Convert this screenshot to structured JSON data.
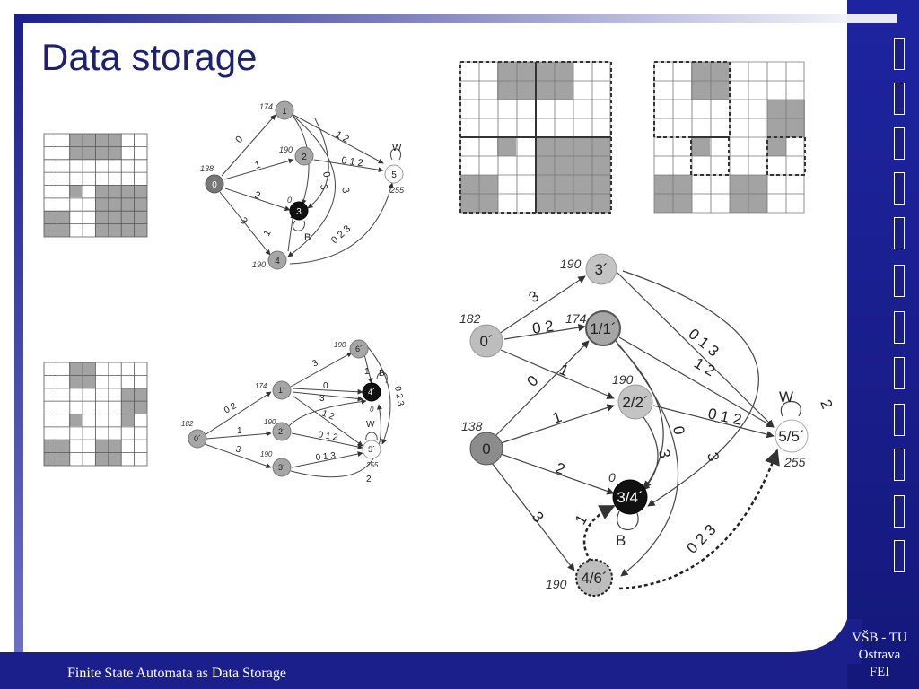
{
  "slide": {
    "title": "Data storage",
    "footer": "Finite State Automata as Data Storage",
    "institution": [
      "VŠB - TU",
      "Ostrava",
      "FEI"
    ]
  },
  "colors": {
    "accent": "#1a1f8c",
    "title": "#1c2170",
    "cell_gray": "#a3a3a3",
    "node_gray": "#a6a6a6",
    "node_black": "#111111"
  },
  "diagram1": {
    "nodes": [
      {
        "id": "0",
        "weight": "138"
      },
      {
        "id": "1",
        "weight": "174"
      },
      {
        "id": "2",
        "weight": "190"
      },
      {
        "id": "3",
        "weight": "0"
      },
      {
        "id": "4",
        "weight": "190"
      },
      {
        "id": "5",
        "weight": "255"
      }
    ],
    "edge_labels": [
      "0",
      "1",
      "2",
      "3",
      "1 2",
      "0 1 2",
      "0",
      "3",
      "3",
      "1",
      "0 2 3"
    ],
    "loop_labels": [
      "W",
      "B"
    ]
  },
  "diagram2": {
    "nodes": [
      {
        "id": "0´",
        "weight": "182"
      },
      {
        "id": "1´",
        "weight": "174"
      },
      {
        "id": "2´",
        "weight": "190"
      },
      {
        "id": "3´",
        "weight": "190"
      },
      {
        "id": "4´",
        "weight": "0"
      },
      {
        "id": "5´",
        "weight": "255"
      },
      {
        "id": "6´",
        "weight": "190"
      }
    ],
    "edge_labels": [
      "3",
      "0 2",
      "1",
      "3",
      "0",
      "3",
      "1 2",
      "0 1 2",
      "0 1 3",
      "1",
      "0 2 3",
      "2"
    ],
    "loop_labels": [
      "B",
      "W"
    ]
  },
  "diagram3": {
    "nodes": [
      {
        "id": "0´",
        "weight": "182"
      },
      {
        "id": "3´",
        "weight": "190"
      },
      {
        "id": "1/1´",
        "weight": "174"
      },
      {
        "id": "2/2´",
        "weight": "190"
      },
      {
        "id": "0",
        "weight": "138"
      },
      {
        "id": "3/4´",
        "weight": "0"
      },
      {
        "id": "4/6´",
        "weight": "190"
      },
      {
        "id": "5/5´",
        "weight": "255"
      }
    ],
    "edge_labels": [
      "3",
      "0 2",
      "1",
      "0",
      "1",
      "2",
      "3",
      "0 1 3",
      "1 2",
      "0 1 2",
      "0",
      "3",
      "3",
      "2",
      "1",
      "0 2 3"
    ],
    "loop_labels": [
      "W",
      "B"
    ]
  }
}
